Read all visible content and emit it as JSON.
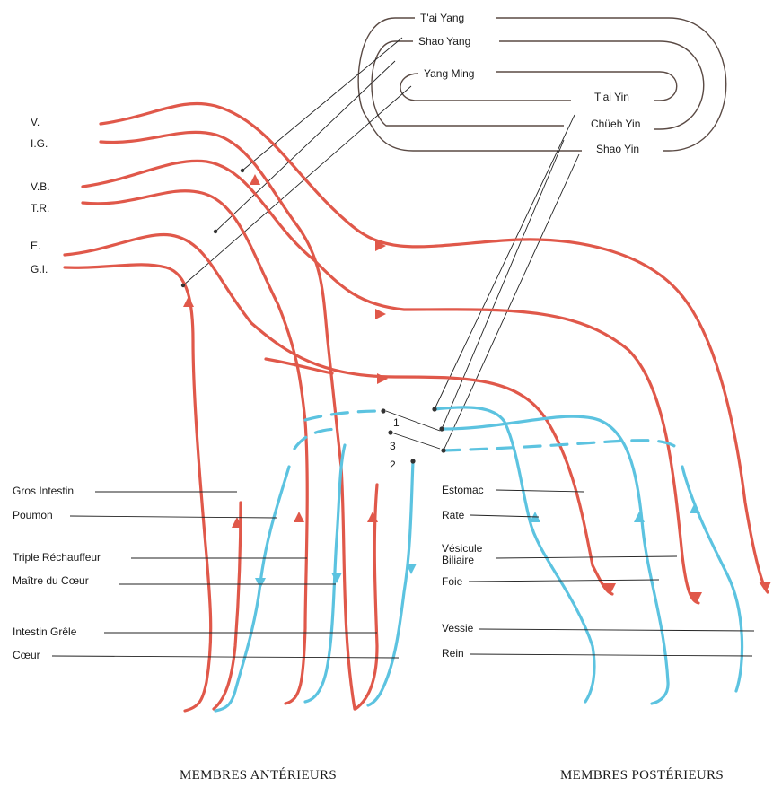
{
  "meridian_loop_labels": {
    "tai_yang": "T'ai Yang",
    "shao_yang": "Shao Yang",
    "yang_ming": "Yang Ming",
    "tai_yin": "T'ai Yin",
    "chueh_yin": "Chüeh Yin",
    "shao_yin": "Shao Yin"
  },
  "head_labels": {
    "v": "V.",
    "ig": "I.G.",
    "vb": "V.B.",
    "tr": "T.R.",
    "e": "E.",
    "gi": "G.I."
  },
  "junction_numbers": {
    "n1": "1",
    "n3": "3",
    "n2": "2"
  },
  "front_limb_labels": {
    "gros_intestin": "Gros Intestin",
    "poumon": "Poumon",
    "triple_rechauffeur": "Triple Réchauffeur",
    "maitre_du_coeur": "Maître du Cœur",
    "intestin_grele": "Intestin Grêle",
    "coeur": "Cœur"
  },
  "hind_limb_labels": {
    "estomac": "Estomac",
    "rate": "Rate",
    "vesicule_1": "Vésicule",
    "vesicule_2": "Biliaire",
    "foie": "Foie",
    "vessie": "Vessie",
    "rein": "Rein"
  },
  "captions": {
    "front": "MEMBRES ANTÉRIEURS",
    "hind": "MEMBRES POSTÉRIEURS"
  },
  "colors": {
    "yang_meridian": "#e0584a",
    "yin_meridian": "#5cc3e0",
    "loop_line": "#5a4a44"
  }
}
